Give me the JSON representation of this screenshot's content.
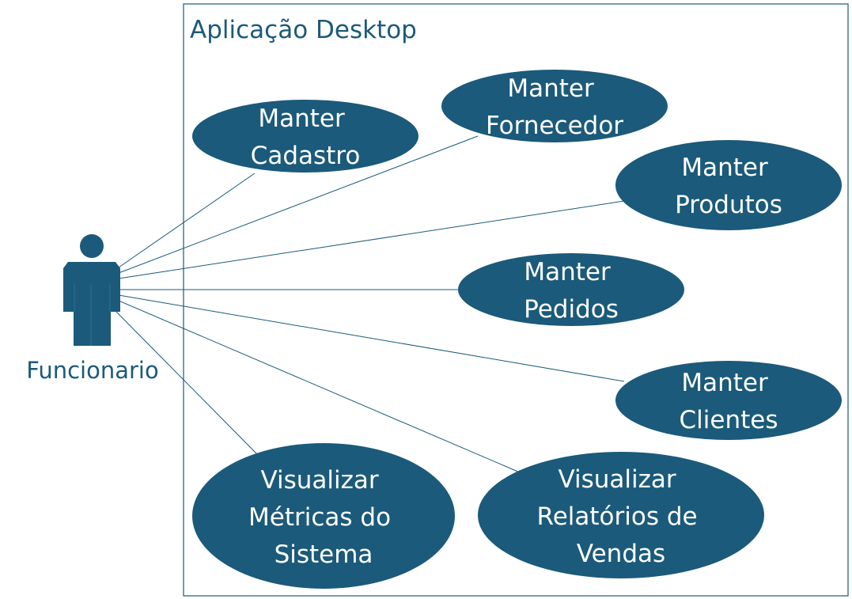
{
  "system": {
    "title": "Aplicação Desktop"
  },
  "actor": {
    "name": "Funcionario",
    "icon": "person-icon"
  },
  "use_cases": [
    {
      "id": "manter-cadastro",
      "lines": [
        "Manter",
        "Cadastro"
      ]
    },
    {
      "id": "manter-fornecedor",
      "lines": [
        "Manter",
        "Fornecedor"
      ]
    },
    {
      "id": "manter-produtos",
      "lines": [
        "Manter",
        "Produtos"
      ]
    },
    {
      "id": "manter-pedidos",
      "lines": [
        "Manter",
        "Pedidos"
      ]
    },
    {
      "id": "manter-clientes",
      "lines": [
        "Manter",
        "Clientes"
      ]
    },
    {
      "id": "visualizar-metricas",
      "lines": [
        "Visualizar",
        "Métricas do",
        "Sistema"
      ]
    },
    {
      "id": "visualizar-relatorios",
      "lines": [
        "Visualizar",
        "Relatórios de",
        "Vendas"
      ]
    }
  ],
  "colors": {
    "use_case_fill": "#1b5a7a",
    "use_case_text": "#ffffff",
    "actor_fill": "#1b5a7a",
    "line": "#1b5a7a",
    "boundary": "#1b5a7a",
    "label": "#1b5a7a"
  }
}
